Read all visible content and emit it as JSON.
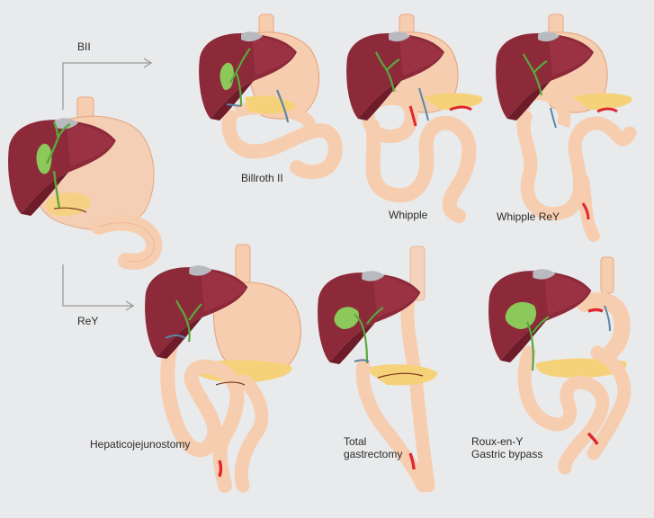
{
  "arrows": {
    "bii": "BII",
    "rey": "ReY"
  },
  "labels": {
    "billroth": "Billroth II",
    "whipple": "Whipple",
    "whipple_rey": "Whipple ReY",
    "hepatico": "Hepaticojejunostomy",
    "total_line1": "Total",
    "total_line2": "gastrectomy",
    "roux_line1": "Roux-en-Y",
    "roux_line2": "Gastric bypass"
  },
  "colors": {
    "background": "#e9eaeb",
    "liver": "#8c2a3a",
    "liver_shadow": "#6e1c2a",
    "gallbladder": "#8cc85a",
    "bile_duct": "#5aa83c",
    "stomach": "#f7cdb0",
    "stomach_outline": "#e6a886",
    "pancreas": "#f5d27a",
    "anastomosis": "#e0262e",
    "staple": "#5b87a6",
    "arrow": "#9a9a9a"
  }
}
